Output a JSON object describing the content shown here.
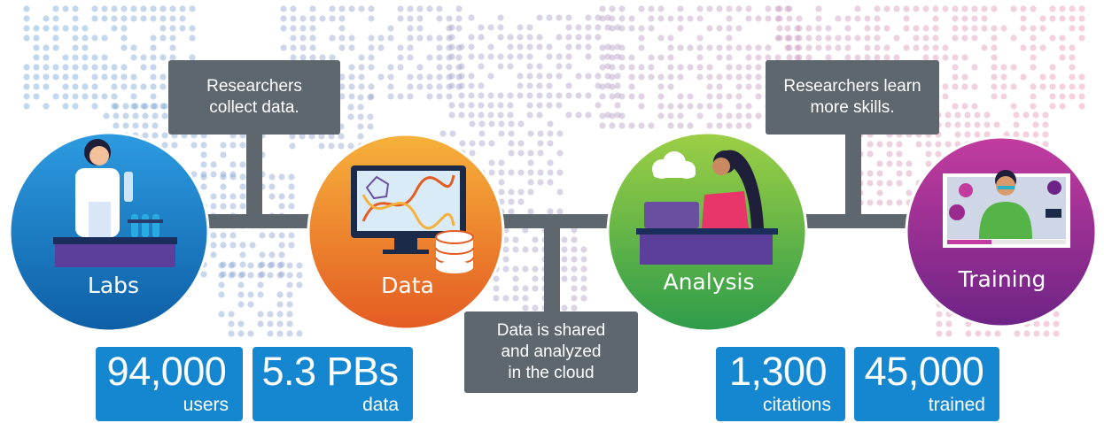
{
  "callouts": {
    "collect": "Researchers\ncollect data.",
    "shared": "Data is shared\nand analyzed\nin the cloud",
    "learn": "Researchers learn\nmore skills."
  },
  "stages": [
    {
      "label": "Labs",
      "icon": "lab-researcher-icon"
    },
    {
      "label": "Data",
      "icon": "monitor-dna-icon"
    },
    {
      "label": "Analysis",
      "icon": "laptop-analyst-icon"
    },
    {
      "label": "Training",
      "icon": "video-tutorial-icon"
    }
  ],
  "stats": [
    {
      "value": "94,000",
      "unit": "users"
    },
    {
      "value": "5.3 PBs",
      "unit": "data"
    },
    {
      "value": "1,300",
      "unit": "citations"
    },
    {
      "value": "45,000",
      "unit": "trained"
    }
  ],
  "colors": {
    "labs": "#1a7dc4",
    "data": "#ea7f2c",
    "analysis": "#59b54a",
    "training": "#9b2a8e",
    "connector": "#5f676e",
    "stat_box": "#1487d0"
  }
}
